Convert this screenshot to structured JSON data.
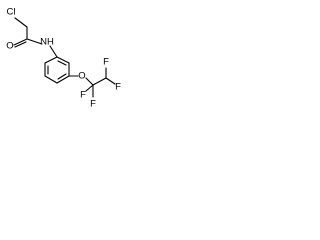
{
  "structure": {
    "atoms": {
      "cl": "Cl",
      "o_carbonyl": "O",
      "nh": "NH",
      "o_ether": "O",
      "f_1": "F",
      "f_2": "F",
      "f_3": "F",
      "f_4": "F"
    }
  }
}
